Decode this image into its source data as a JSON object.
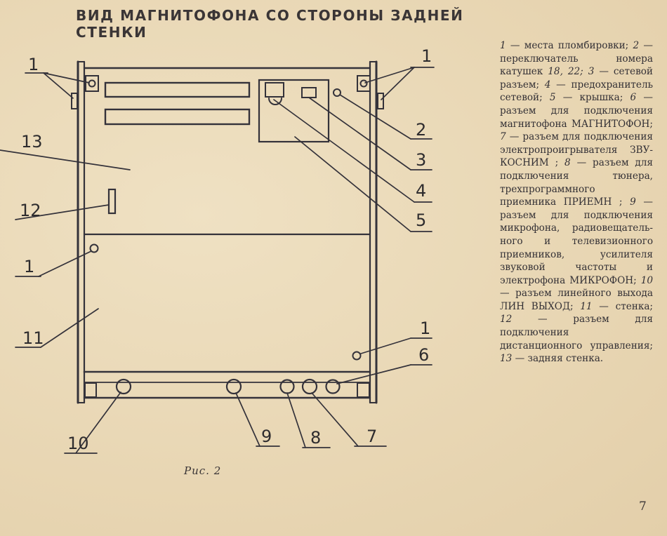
{
  "page": {
    "title": "ВИД МАГНИТОФОНА СО СТОРОНЫ ЗАДНЕЙ СТЕНКИ",
    "caption": "Рис. 2",
    "page_number": "7"
  },
  "callouts": {
    "c1_top_left": "1",
    "c1_top_right": "1",
    "c2": "2",
    "c3": "3",
    "c4": "4",
    "c5": "5",
    "c13": "13",
    "c12": "12",
    "c1_mid_left": "1",
    "c11": "11",
    "c1_right_low": "1",
    "c6": "6",
    "c10": "10",
    "c9": "9",
    "c8": "8",
    "c7": "7"
  },
  "legend": [
    {
      "num": "1",
      "text": " — места пломби­ровки; "
    },
    {
      "num": "2",
      "text": " — переклю­чатель номера катушек "
    },
    {
      "num": "18, 22;",
      "text": " "
    },
    {
      "num": "3",
      "text": " — сетевой разъем; "
    },
    {
      "num": "4",
      "text": " — предох­ранитель сетевой; "
    },
    {
      "num": "5",
      "text": " — крышка; "
    },
    {
      "num": "6",
      "text": " — разъем для подключения маг­нитофона МАГНИТО­ФОН; "
    },
    {
      "num": "7",
      "text": " — разъем для подключения электро­проигрывателя ЗВУ­КОСНИМ ; "
    },
    {
      "num": "8",
      "text": " — разъ­ем для подключения тюнера, трехпрограм­много приемника ПРИ­ЕМН ; "
    },
    {
      "num": "9",
      "text": " — разъем для подключения микро­фона, радиовещатель­ного и телевизион­ного приемников, уси­лителя звуковой час­тоты и электрофона МИКРОФОН; "
    },
    {
      "num": "10",
      "text": " — разъем линейного вы­хода ЛИН ВЫХОД; "
    },
    {
      "num": "11",
      "text": " — стенка; "
    },
    {
      "num": "12",
      "text": " — разъ­ем для подключения дистанционного управ­ления; "
    },
    {
      "num": "13",
      "text": " — задняя стенка."
    }
  ]
}
